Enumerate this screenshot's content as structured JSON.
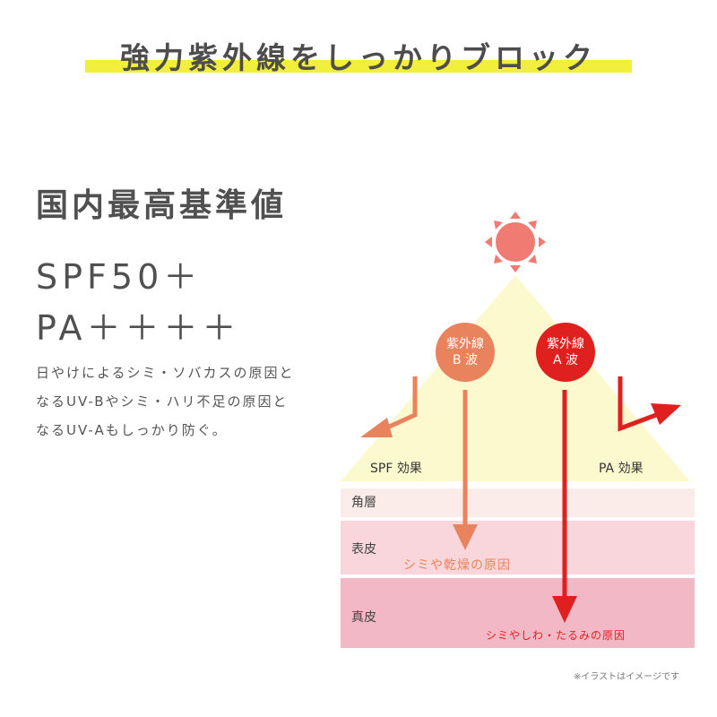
{
  "headline": "強力紫外線をしっかりブロック",
  "left": {
    "title": "国内最高基準値",
    "spf": "SPF50＋",
    "pa": "PA＋＋＋＋",
    "description": [
      "日やけによるシミ・ソバカスの原因と",
      "なるUV-Bやシミ・ハリ不足の原因と",
      "なるUV-Aもしっかり防ぐ。"
    ]
  },
  "diagram": {
    "uvb_badge": [
      "紫外線",
      "B 波"
    ],
    "uva_badge": [
      "紫外線",
      "A 波"
    ],
    "spf_effect": "SPF 効果",
    "pa_effect": "PA 効果",
    "layers": {
      "horny": "角層",
      "epidermis": "表皮",
      "dermis": "真皮"
    },
    "uvb_cause": "シミや乾燥の原因",
    "uva_cause": "シミやしわ・たるみの原因"
  },
  "note": "※イラストはイメージです",
  "colors": {
    "highlight": "#f2ee3c",
    "uvb": "#e8835e",
    "uva": "#e0201e",
    "sun": "#ef7b73",
    "light": "#fdf9cf"
  }
}
